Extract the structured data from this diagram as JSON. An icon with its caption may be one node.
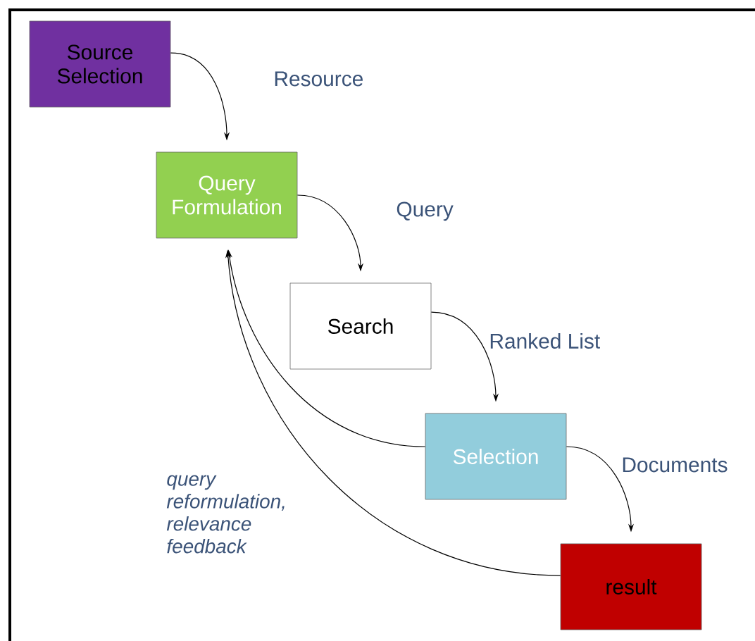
{
  "diagram": {
    "nodes": [
      {
        "text": [
          "Source Selection"
        ]
      },
      {
        "text": [
          "Query Formulation"
        ]
      },
      {
        "text": [
          "Search"
        ]
      },
      {
        "text": [
          "Selection"
        ]
      },
      {
        "text": [
          "result"
        ]
      }
    ],
    "edges": [
      {
        "from": 0,
        "to": 1,
        "arrow": "to",
        "label": "Resource"
      },
      {
        "from": 1,
        "to": 2,
        "arrow": "to",
        "label": "Query"
      },
      {
        "from": 2,
        "to": 3,
        "arrow": "to",
        "label": "Ranked List"
      },
      {
        "from": 3,
        "to": 4,
        "arrow": "to",
        "label": "Documents"
      },
      {
        "from": 3,
        "to": 1,
        "arrow": "to"
      },
      {
        "from": 4,
        "to": 1,
        "arrow": "to",
        "label": "*query reformulation, relevance feedback*"
      }
    ]
  }
}
